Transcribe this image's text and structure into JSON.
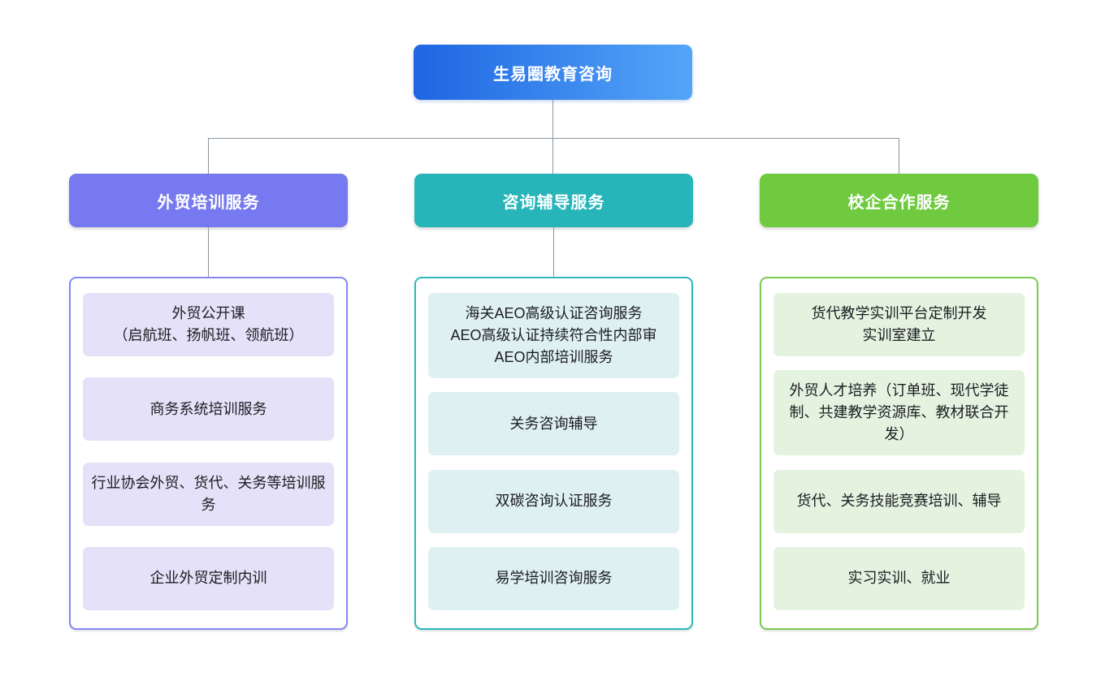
{
  "diagram": {
    "root": {
      "label": "生易圈教育咨询",
      "gradient_start": "#1e66e2",
      "gradient_end": "#54a5f8"
    },
    "connector_color": "#8a949e",
    "branches": [
      {
        "label": "外贸培训服务",
        "accent": "#7679ef",
        "item_bg": "#e4e1f8",
        "container_border": "#8588f2",
        "items": [
          "外贸公开课\n（启航班、扬帆班、领航班）",
          "商务系统培训服务",
          "行业协会外贸、货代、关务等培训服务",
          "企业外贸定制内训"
        ]
      },
      {
        "label": "咨询辅导服务",
        "accent": "#27b5b9",
        "item_bg": "#dff0f2",
        "container_border": "#2db8bd",
        "items": [
          "海关AEO高级认证咨询服务\nAEO高级认证持续符合性内部审\nAEO内部培训服务",
          "关务咨询辅导",
          "双碳咨询认证服务",
          "易学培训咨询服务"
        ]
      },
      {
        "label": "校企合作服务",
        "accent": "#6fca3f",
        "item_bg": "#e3f3e0",
        "container_border": "#7bcb52",
        "items": [
          "货代教学实训平台定制开发\n实训室建立",
          "外贸人才培养（订单班、现代学徒制、共建教学资源库、教材联合开发）",
          "货代、关务技能竞赛培训、辅导",
          "实习实训、就业"
        ]
      }
    ]
  }
}
